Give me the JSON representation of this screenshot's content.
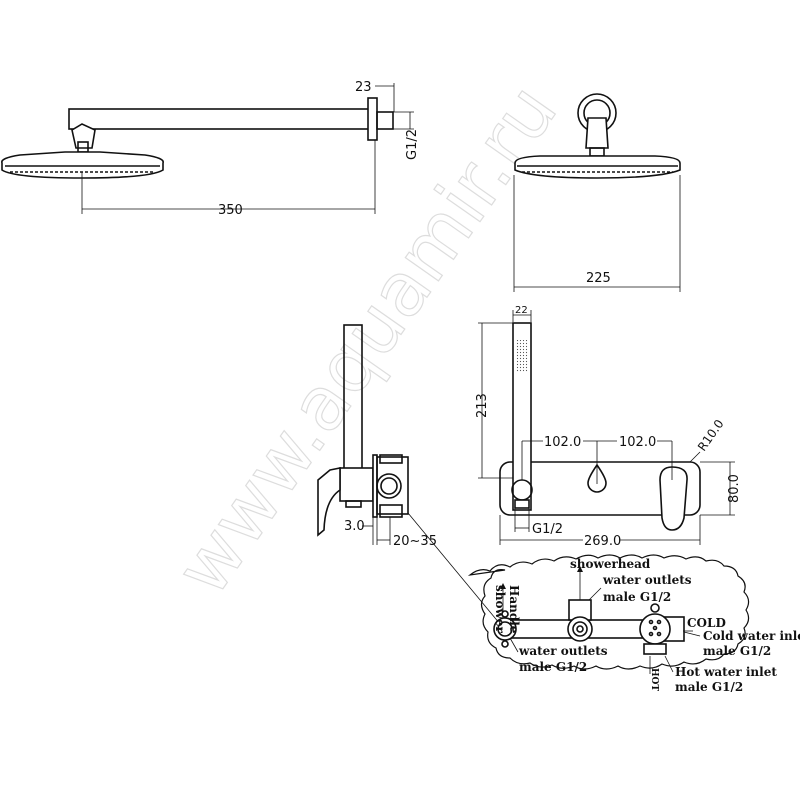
{
  "watermark": "www.aquamir.ru",
  "top_side_view": {
    "arm_length": "350",
    "flange_depth": "23",
    "thread": "G1/2"
  },
  "top_front_view": {
    "head_diameter": "225"
  },
  "mid_side_view": {
    "plate_thickness": "3.0",
    "wall_depth": "20~35"
  },
  "mid_front_view": {
    "handset_width": "22",
    "handset_height": "213",
    "spacing_left": "102.0",
    "spacing_right": "102.0",
    "corner_radius": "R10.0",
    "plate_height": "80.0",
    "thread": "G1/2",
    "plate_width": "269.0"
  },
  "callout": {
    "handle_shower": [
      "Handle",
      "shower"
    ],
    "showerhead": "showerhead",
    "top_outlet": [
      "water outlets",
      "male G1/2"
    ],
    "side_outlet": [
      "water outlets",
      "male G1/2"
    ],
    "cold_tag": "COLD",
    "cold_inlet": [
      "Cold water inlet",
      "male G1/2"
    ],
    "hot_tag": "HOT",
    "hot_inlet": [
      "Hot water inlet",
      "male G1/2"
    ]
  }
}
